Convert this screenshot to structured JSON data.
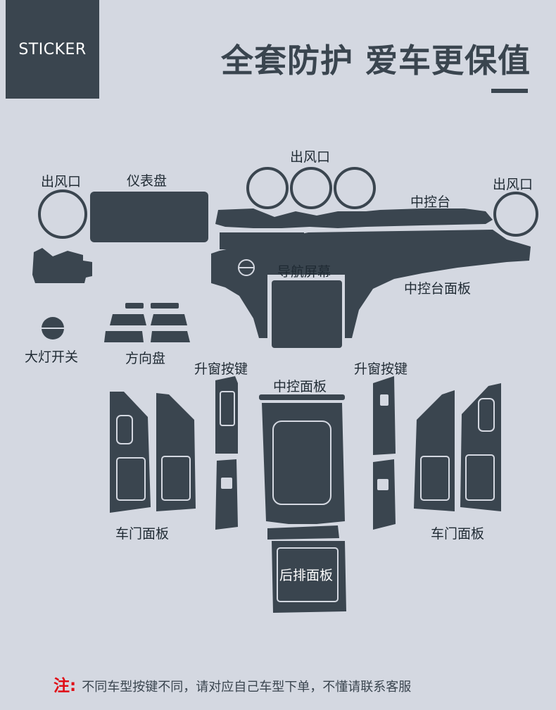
{
  "badge": "STICKER",
  "headline": "全套防护 爱车更保值",
  "labels": {
    "vent_left": "出风口",
    "dashboard": "仪表盘",
    "vent_top": "出风口",
    "vent_right": "出风口",
    "center_console": "中控台",
    "nav_screen": "导航屏幕",
    "center_console_panel": "中控台面板",
    "headlight_switch": "大灯开关",
    "steering_wheel": "方向盘",
    "window_keys_left": "升窗按键",
    "center_panel": "中控面板",
    "window_keys_right": "升窗按键",
    "door_panel_left": "车门面板",
    "door_panel_right": "车门面板",
    "rear_panel": "后排面板"
  },
  "note": {
    "mark": "注:",
    "text": "不同车型按键不同，请对应自己车型下单，不懂请联系客服"
  },
  "colors": {
    "background": "#d4d8e1",
    "part": "#3a454f",
    "accent_red": "#e00d16"
  }
}
